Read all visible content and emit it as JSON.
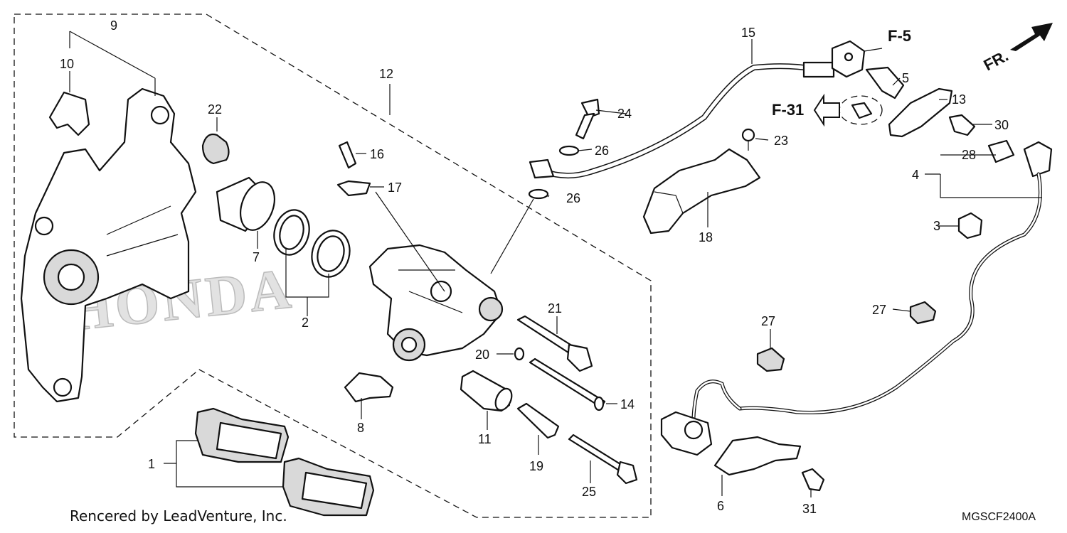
{
  "watermark_text": "HONDA",
  "direction_label": "FR.",
  "refs": {
    "f5": "F-5",
    "f31": "F-31"
  },
  "credit": "Rencered by LeadVenture, Inc.",
  "diagram_code": "MGSCF2400A",
  "callouts": {
    "c1": "1",
    "c2": "2",
    "c3": "3",
    "c4": "4",
    "c5": "5",
    "c6": "6",
    "c7": "7",
    "c8": "8",
    "c9": "9",
    "c10": "10",
    "c11": "11",
    "c12": "12",
    "c13": "13",
    "c14": "14",
    "c15": "15",
    "c16": "16",
    "c17": "17",
    "c18": "18",
    "c19": "19",
    "c20": "20",
    "c21": "21",
    "c22": "22",
    "c23": "23",
    "c24": "24",
    "c25": "25",
    "c26a": "26",
    "c26b": "26",
    "c27a": "27",
    "c27b": "27",
    "c28": "28",
    "c30": "30",
    "c31": "31"
  }
}
